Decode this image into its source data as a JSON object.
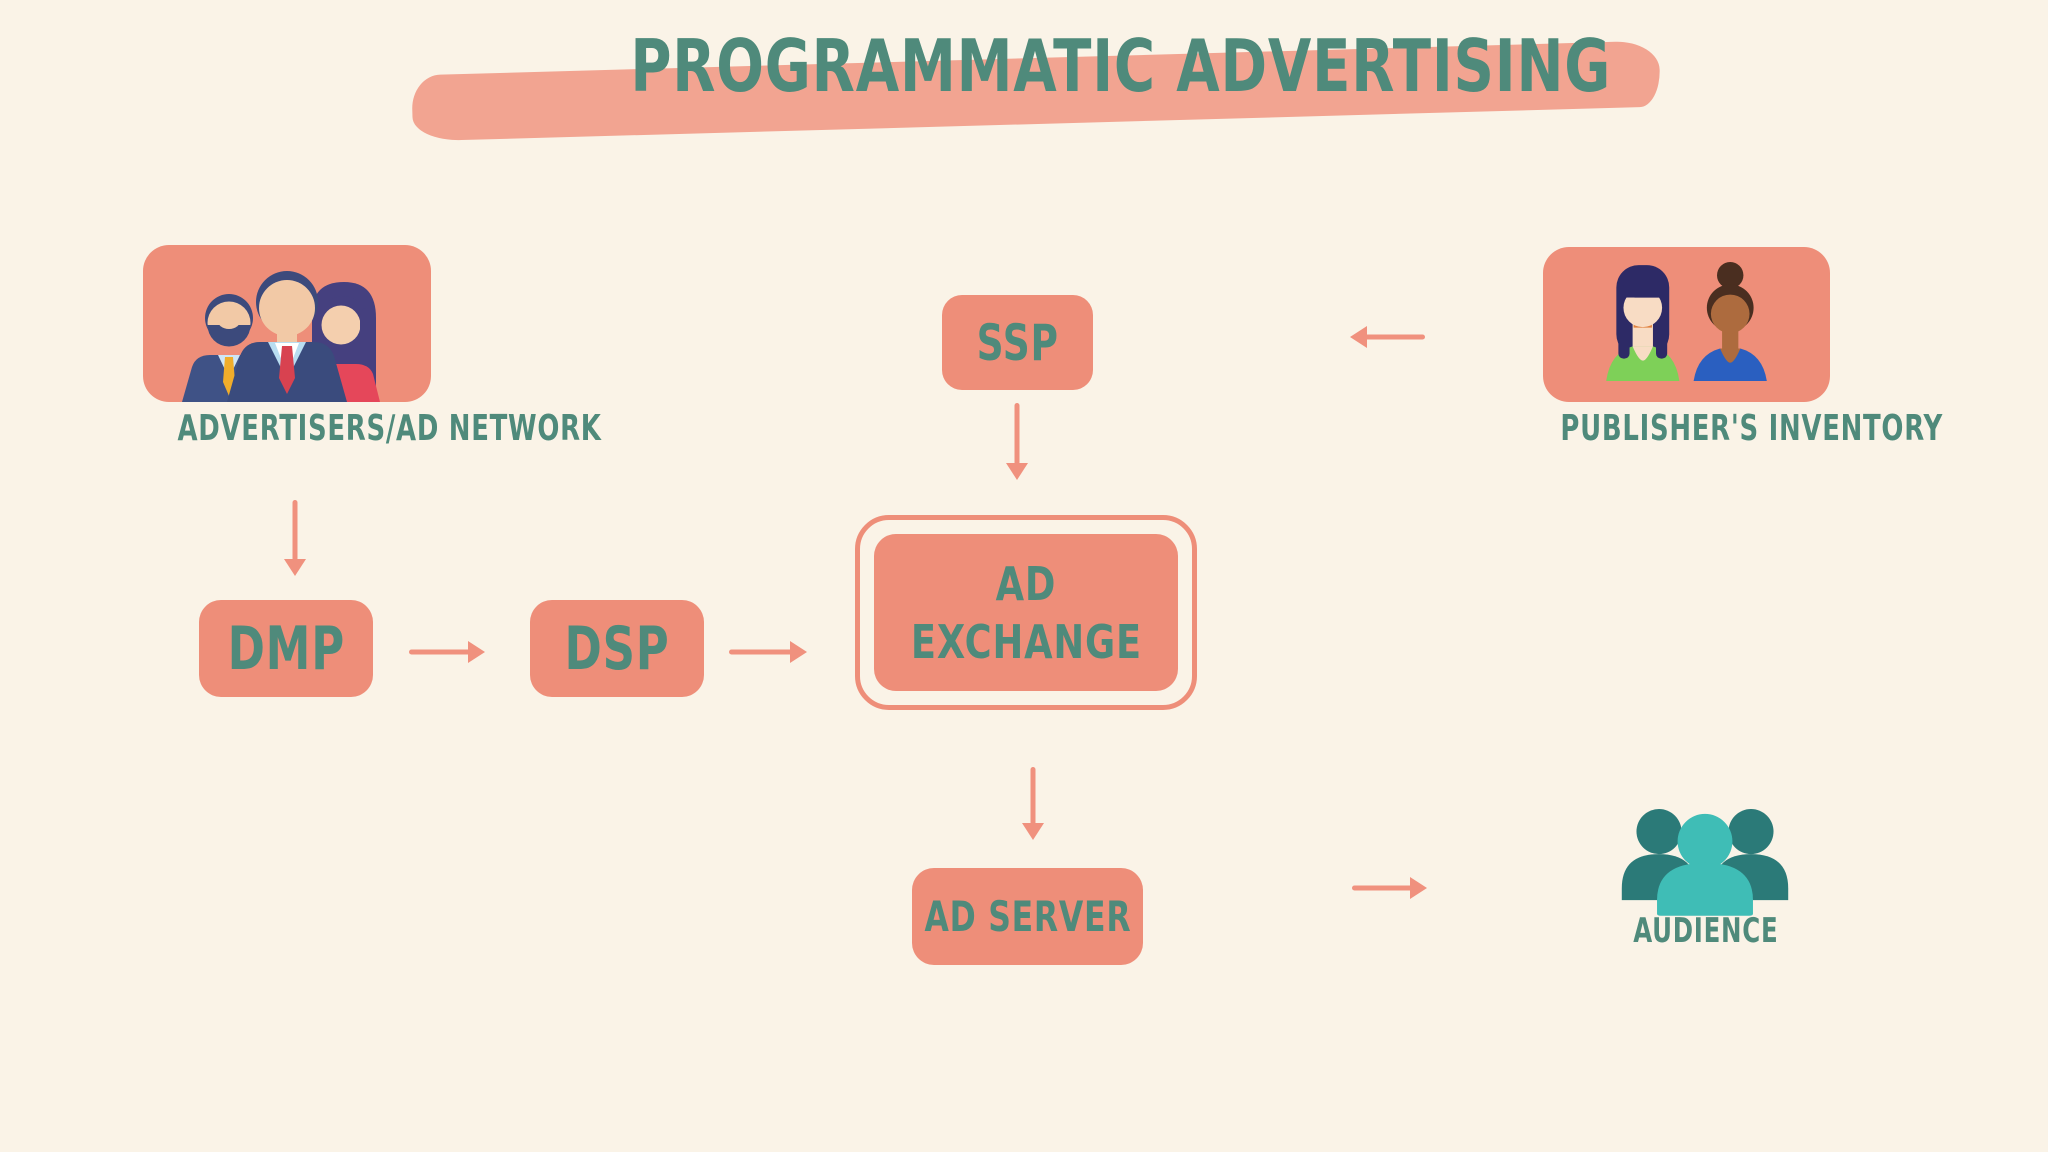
{
  "title": "PROGRAMMATIC ADVERTISING",
  "colors": {
    "background": "#faf3e7",
    "box": "#ee8e79",
    "brush": "#f2a491",
    "arrow": "#f0917e",
    "teal_text": "#4f8a7b",
    "audience_front": "#3fbdb6",
    "audience_back": "#2b7a78"
  },
  "nodes": {
    "advertisers": {
      "label": "ADVERTISERS/AD NETWORK",
      "icon": "advertisers-people-icon"
    },
    "publisher": {
      "label": "PUBLISHER'S INVENTORY",
      "icon": "publisher-avatars-icon"
    },
    "ssp": {
      "label": "SSP"
    },
    "dmp": {
      "label": "DMP"
    },
    "dsp": {
      "label": "DSP"
    },
    "ad_exchange": {
      "line1": "AD",
      "line2": "EXCHANGE"
    },
    "ad_server": {
      "label": "AD SERVER"
    },
    "audience": {
      "label": "AUDIENCE",
      "icon": "audience-group-icon"
    }
  },
  "edges": [
    {
      "from": "advertisers",
      "to": "dmp"
    },
    {
      "from": "dmp",
      "to": "dsp"
    },
    {
      "from": "dsp",
      "to": "ad_exchange"
    },
    {
      "from": "ssp",
      "to": "ad_exchange"
    },
    {
      "from": "publisher",
      "to": "ssp"
    },
    {
      "from": "ad_exchange",
      "to": "ad_server"
    },
    {
      "from": "ad_server",
      "to": "audience"
    }
  ]
}
